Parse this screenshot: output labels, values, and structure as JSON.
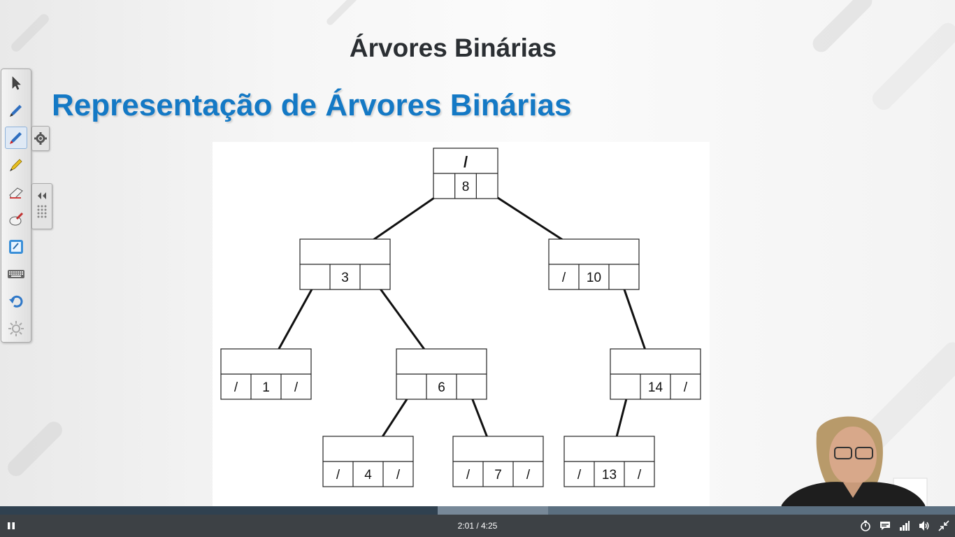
{
  "slide": {
    "title": "Árvores Binárias",
    "subtitle": "Representação de Árvores Binárias"
  },
  "tree": {
    "nodes": [
      {
        "id": "n8",
        "left": "",
        "value": "8",
        "right": "",
        "top": "/"
      },
      {
        "id": "n3",
        "left": "",
        "value": "3",
        "right": "",
        "top": ""
      },
      {
        "id": "n10",
        "left": "/",
        "value": "10",
        "right": "",
        "top": ""
      },
      {
        "id": "n1",
        "left": "/",
        "value": "1",
        "right": "/",
        "top": ""
      },
      {
        "id": "n6",
        "left": "",
        "value": "6",
        "right": "",
        "top": ""
      },
      {
        "id": "n14",
        "left": "",
        "value": "14",
        "right": "/",
        "top": ""
      },
      {
        "id": "n4",
        "left": "/",
        "value": "4",
        "right": "/",
        "top": ""
      },
      {
        "id": "n7",
        "left": "/",
        "value": "7",
        "right": "/",
        "top": ""
      },
      {
        "id": "n13",
        "left": "/",
        "value": "13",
        "right": "/",
        "top": ""
      }
    ],
    "edges": [
      [
        "n8",
        "n3"
      ],
      [
        "n8",
        "n10"
      ],
      [
        "n3",
        "n1"
      ],
      [
        "n3",
        "n6"
      ],
      [
        "n10",
        "n14"
      ],
      [
        "n6",
        "n4"
      ],
      [
        "n6",
        "n7"
      ],
      [
        "n14",
        "n13"
      ]
    ]
  },
  "toolbar": {
    "tools": [
      "select-arrow-icon",
      "pen-icon",
      "highlighter-pen-icon",
      "marker-icon",
      "eraser-icon",
      "shape-eraser-icon",
      "whiteboard-icon",
      "keyboard-icon",
      "undo-icon",
      "settings-sun-icon"
    ]
  },
  "player": {
    "time": "2:01 / 4:25",
    "played_fraction": 0.458,
    "buffered_fraction": 0.574,
    "colors": {
      "bar_bg": "#3d4145",
      "played": "#304150",
      "buffer": "#778898"
    }
  }
}
